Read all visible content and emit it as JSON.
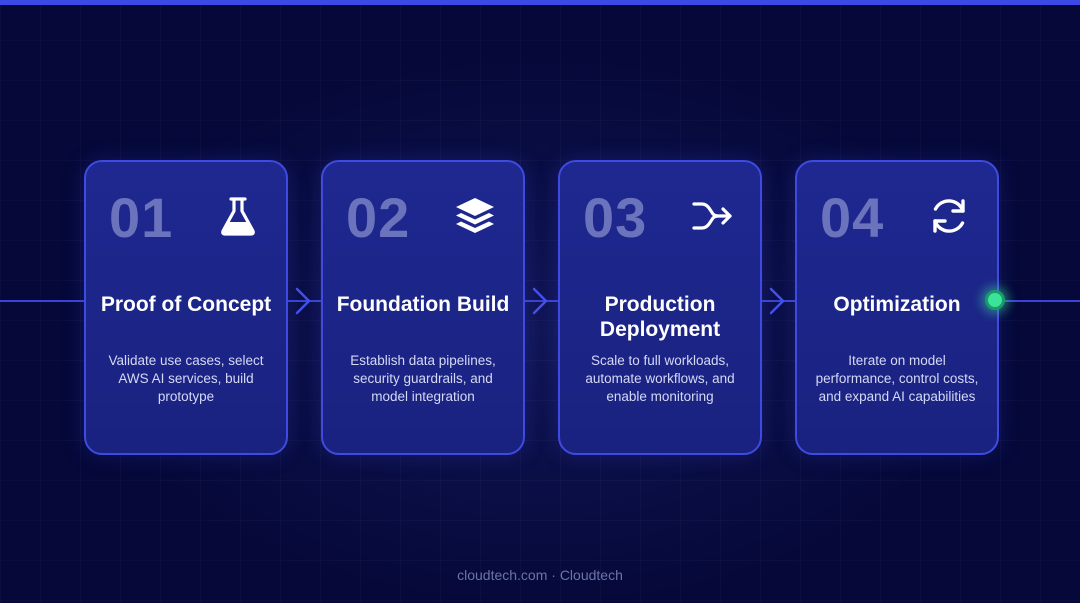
{
  "colors": {
    "background": "#050838",
    "card_fill": "#1e2890",
    "card_border": "#3f4ae0",
    "line": "#3a44d8",
    "accent_dot": "#3be39a"
  },
  "steps": [
    {
      "number": "01",
      "icon": "flask-icon",
      "title": "Proof of Concept",
      "description": "Validate use cases, select AWS AI services, build prototype"
    },
    {
      "number": "02",
      "icon": "layers-icon",
      "title": "Foundation Build",
      "description": "Establish data pipelines, security guardrails, and model integration"
    },
    {
      "number": "03",
      "icon": "merge-arrow-icon",
      "title": "Production Deployment",
      "description": "Scale to full workloads, automate workflows, and enable monitoring"
    },
    {
      "number": "04",
      "icon": "refresh-icon",
      "title": "Optimization",
      "description": "Iterate on model performance, control costs, and expand AI capabilities"
    }
  ],
  "footer": {
    "text": "cloudtech.com · Cloudtech"
  }
}
